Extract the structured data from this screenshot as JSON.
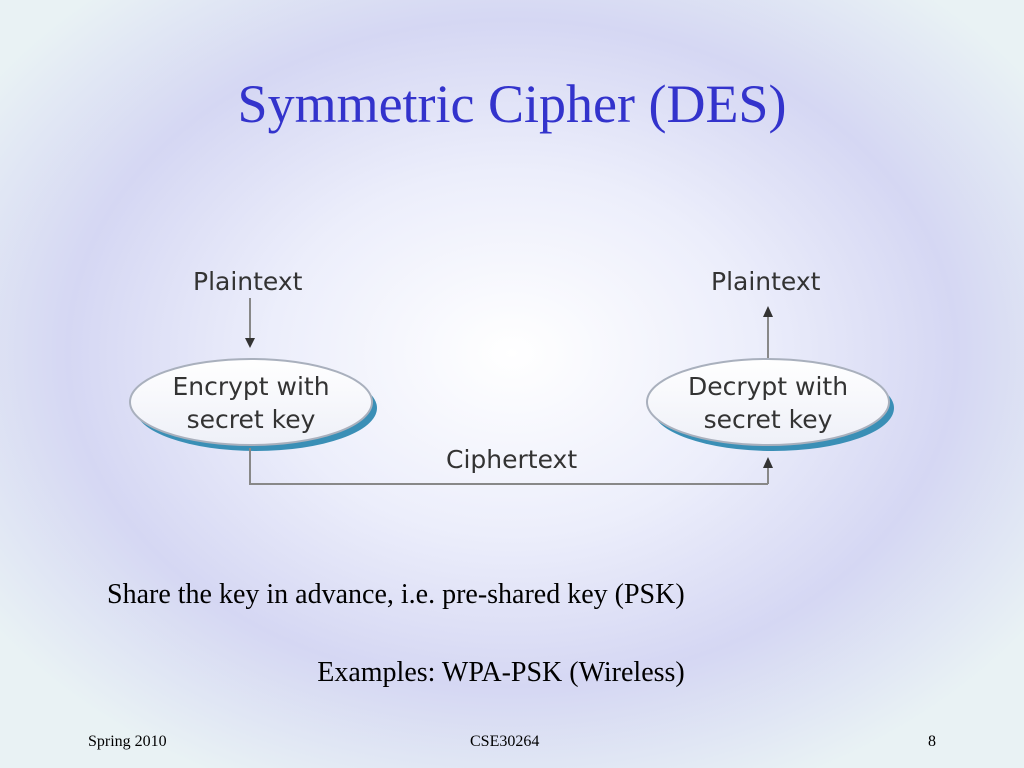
{
  "slide": {
    "title": "Symmetric Cipher (DES)"
  },
  "diagram": {
    "sender_plaintext": "Plaintext",
    "receiver_plaintext": "Plaintext",
    "encrypt_line1": "Encrypt with",
    "encrypt_line2": "secret key",
    "decrypt_line1": "Decrypt with",
    "decrypt_line2": "secret key",
    "ciphertext": "Ciphertext"
  },
  "body": {
    "line1": "Share the key in advance, i.e. pre-shared key (PSK)",
    "line2": "Examples: WPA-PSK (Wireless)"
  },
  "footer": {
    "left": "Spring 2010",
    "center": "CSE30264",
    "right": "8"
  },
  "colors": {
    "title": "#3333cc",
    "body_text": "#000000",
    "diagram_text": "#333333",
    "ellipse_fill": "#ffffff",
    "ellipse_shadow": "#3a8fb6"
  }
}
